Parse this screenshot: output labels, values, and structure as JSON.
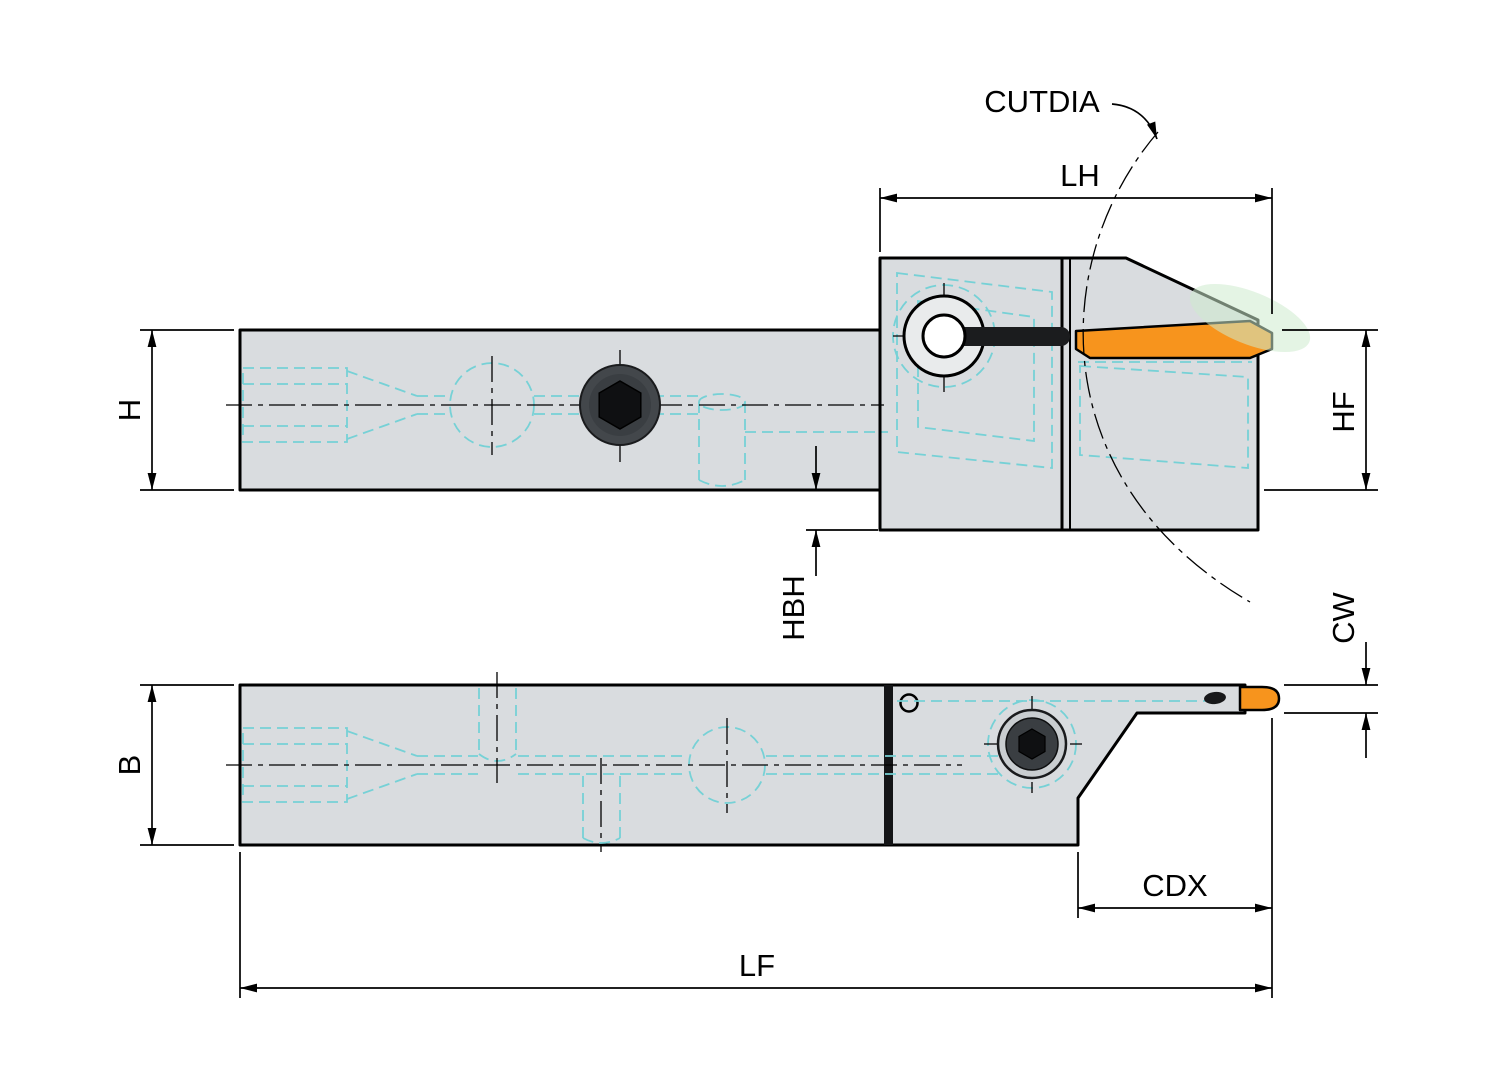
{
  "drawing": {
    "kind": "tool-holder-technical-drawing",
    "labels": {
      "cutdia": "CUTDIA",
      "lh": "LH",
      "h": "H",
      "hf": "HF",
      "hbh": "HBH",
      "cw": "CW",
      "b": "B",
      "cdx": "CDX",
      "lf": "LF"
    },
    "colors": {
      "background": "#ffffff",
      "body_fill": "#d9dcdf",
      "outline": "#000000",
      "dimension_color": "#000000",
      "insert": "#f7941d",
      "hidden": "#76d1d6",
      "highlight": "#cdebce",
      "screw_head": "#3a3e42",
      "screw_socket": "#0f1012",
      "clamp_pin": "#1b1c1e"
    }
  }
}
